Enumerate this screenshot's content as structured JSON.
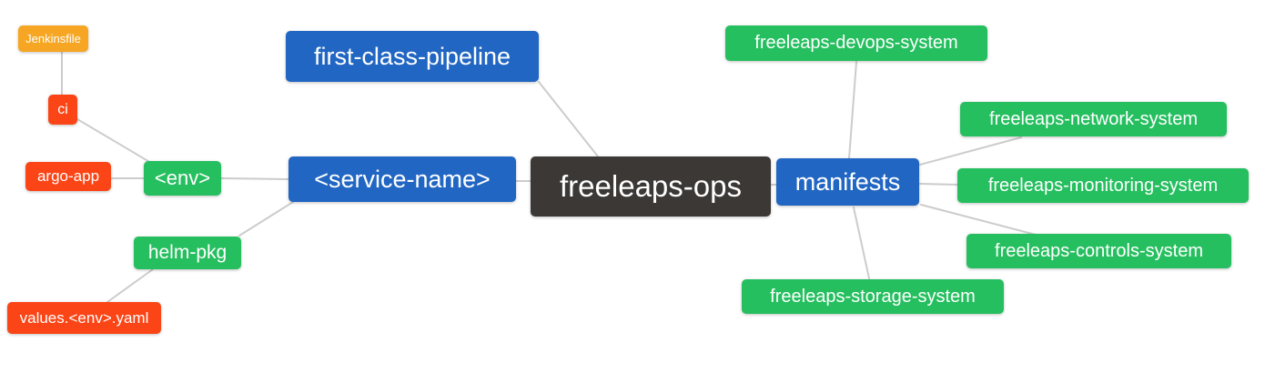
{
  "palette": {
    "blue": "#2166c2",
    "green": "#25bf5f",
    "orange": "#f6a623",
    "red": "#fb4516",
    "dark": "#3b3836",
    "edge": "#cccccc",
    "node_text": "#ffffff",
    "background": "#ffffff"
  },
  "diagram_type": "mindmap",
  "nodes": {
    "freeleaps_ops": {
      "label": "freeleaps-ops",
      "color": "dark"
    },
    "pipeline": {
      "label": "first-class-pipeline",
      "color": "blue"
    },
    "service_name": {
      "label": "<service-name>",
      "color": "blue"
    },
    "manifests": {
      "label": "manifests",
      "color": "blue"
    },
    "env": {
      "label": "<env>",
      "color": "green"
    },
    "helm_pkg": {
      "label": "helm-pkg",
      "color": "green"
    },
    "ci": {
      "label": "ci",
      "color": "red"
    },
    "argo_app": {
      "label": "argo-app",
      "color": "red"
    },
    "jenkinsfile": {
      "label": "Jenkinsfile",
      "color": "orange"
    },
    "values_yaml": {
      "label": "values.<env>.yaml",
      "color": "red"
    },
    "devops": {
      "label": "freeleaps-devops-system",
      "color": "green"
    },
    "network": {
      "label": "freeleaps-network-system",
      "color": "green"
    },
    "monitoring": {
      "label": "freeleaps-monitoring-system",
      "color": "green"
    },
    "controls": {
      "label": "freeleaps-controls-system",
      "color": "green"
    },
    "storage": {
      "label": "freeleaps-storage-system",
      "color": "green"
    }
  },
  "edges": [
    {
      "from": "jenkinsfile",
      "to": "ci"
    },
    {
      "from": "ci",
      "to": "env"
    },
    {
      "from": "argo_app",
      "to": "env"
    },
    {
      "from": "env",
      "to": "service_name"
    },
    {
      "from": "helm_pkg",
      "to": "service_name"
    },
    {
      "from": "values_yaml",
      "to": "helm_pkg"
    },
    {
      "from": "service_name",
      "to": "freeleaps_ops"
    },
    {
      "from": "pipeline",
      "to": "freeleaps_ops"
    },
    {
      "from": "freeleaps_ops",
      "to": "manifests"
    },
    {
      "from": "manifests",
      "to": "devops"
    },
    {
      "from": "manifests",
      "to": "network"
    },
    {
      "from": "manifests",
      "to": "monitoring"
    },
    {
      "from": "manifests",
      "to": "controls"
    },
    {
      "from": "manifests",
      "to": "storage"
    }
  ]
}
